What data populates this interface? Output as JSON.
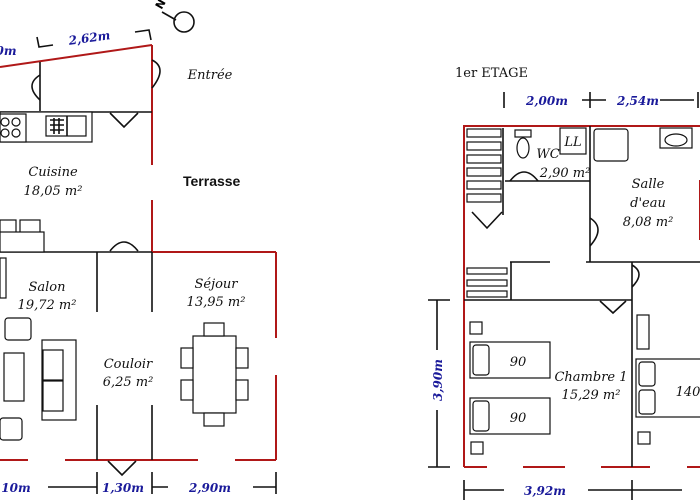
{
  "colors": {
    "exterior_wall": "#b01818",
    "dimension_text": "#1a1a9a",
    "interior_wall": "#111111"
  },
  "ground_floor": {
    "compass": "N",
    "rooms": {
      "entree": "Entrée",
      "terrasse": "Terrasse",
      "cuisine": {
        "name": "Cuisine",
        "area": "18,05 m²"
      },
      "salon": {
        "name": "Salon",
        "area": "19,72 m²"
      },
      "sejour": {
        "name": "Séjour",
        "area": "13,95 m²"
      },
      "couloir": {
        "name": "Couloir",
        "area": "6,25 m²"
      }
    },
    "dimensions": {
      "top_left": "0m",
      "top": "2,62m",
      "bottom_left": "10m",
      "bottom_mid": "1,30m",
      "bottom_right": "2,90m"
    }
  },
  "first_floor": {
    "title": "1er ETAGE",
    "rooms": {
      "wc": {
        "name": "WC",
        "area": "2,90 m²",
        "appliance": "LL"
      },
      "salle_eau": {
        "name_line1": "Salle",
        "name_line2": "d'eau",
        "area": "8,08 m²"
      },
      "chambre1": {
        "name": "Chambre 1",
        "area": "15,29 m²"
      }
    },
    "beds": [
      "90",
      "90",
      "140"
    ],
    "dimensions": {
      "top_left": "2,00m",
      "top_right": "2,54m",
      "left": "3,90m",
      "bottom": "3,92m"
    }
  }
}
